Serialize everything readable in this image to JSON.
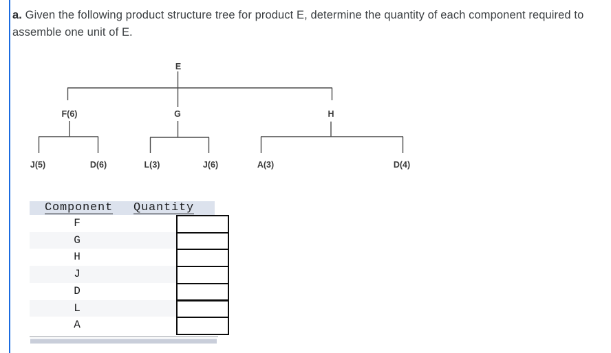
{
  "question": {
    "prefix": "a.",
    "text": " Given the following product structure tree for product E, determine the quantity of each component required to assemble one unit of E."
  },
  "tree": {
    "root": "E",
    "level1": [
      "F(6)",
      "G",
      "H"
    ],
    "level2": [
      "J(5)",
      "D(6)",
      "L(3)",
      "J(6)",
      "A(3)",
      "D(4)"
    ]
  },
  "table": {
    "headers": [
      "Component",
      "Quantity"
    ],
    "rows": [
      {
        "component": "F",
        "quantity": ""
      },
      {
        "component": "G",
        "quantity": ""
      },
      {
        "component": "H",
        "quantity": ""
      },
      {
        "component": "J",
        "quantity": ""
      },
      {
        "component": "D",
        "quantity": ""
      },
      {
        "component": "L",
        "quantity": ""
      },
      {
        "component": "A",
        "quantity": ""
      }
    ]
  },
  "colors": {
    "accent_blue_bar": "#1a6be0",
    "table_header_bg": "#dce2ed",
    "row_stripe": "#f5f6f8",
    "tree_line": "#4a4a4a",
    "scrollbar_thumb": "#c9ceda",
    "question_text": "#3c4043"
  }
}
